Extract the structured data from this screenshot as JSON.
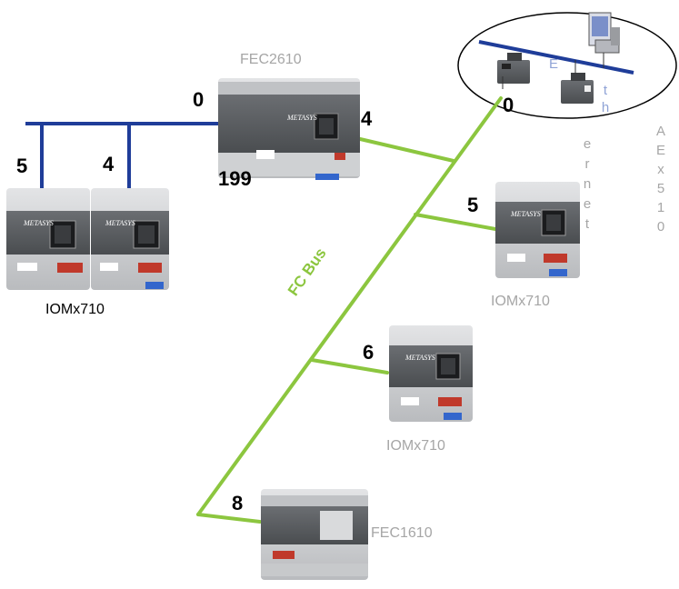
{
  "buses": {
    "fc_bus_label": "FC Bus",
    "ethernet_label": [
      "E",
      "t",
      "h",
      "e",
      "r",
      "n",
      "e",
      "t"
    ]
  },
  "supervisor": {
    "name_chars": [
      "A",
      "E",
      "x",
      "5",
      "1",
      "0"
    ]
  },
  "devices": {
    "fec2610": {
      "name": "FEC2610",
      "top_addr": "0",
      "bottom_addr": "199",
      "right_addr": "4"
    },
    "iom_left_a": {
      "addr": "5"
    },
    "iom_left_b": {
      "addr": "4"
    },
    "iom_left_group_name": "IOMx710",
    "iom_right_5": {
      "addr": "5",
      "name": "IOMx710"
    },
    "iom_right_6": {
      "addr": "6",
      "name": "IOMx710"
    },
    "fec1610": {
      "addr": "8",
      "name": "FEC1610"
    },
    "ethernet_addr": "0"
  },
  "colors": {
    "sa_bus": "#1f3d99",
    "fc_bus": "#8cc63f",
    "label_grey": "#a6a6a6",
    "device_body": "#5a5d60",
    "device_body_light": "#c8cacc"
  }
}
